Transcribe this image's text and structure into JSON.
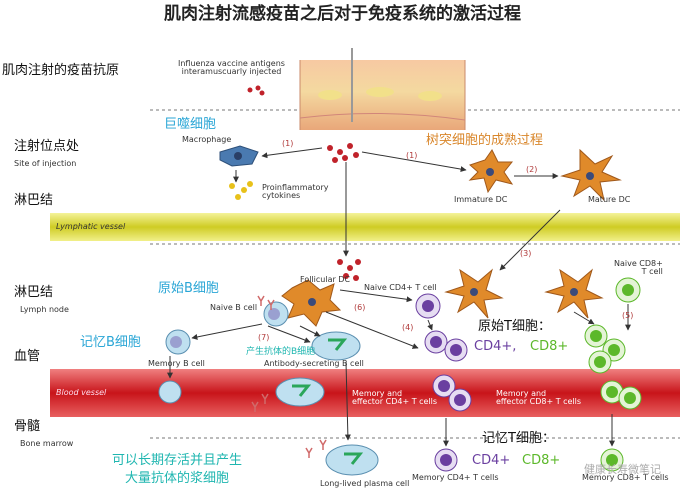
{
  "title": "肌肉注射流感疫苗之后对于免疫系统的激活过程",
  "side_labels": {
    "antigen": "肌肉注射的疫苗抗原",
    "injection_site_cn": "注射位点处",
    "injection_site_en": "Site of injection",
    "lymph_cn": "淋巴结",
    "lymph_node_cn": "淋巴结",
    "lymph_node_en": "Lymph node",
    "blood_cn": "血管",
    "bone_cn": "骨髓",
    "bone_en": "Bone marrow"
  },
  "bands": {
    "lymphatic": "Lymphatic vessel",
    "blood": "Blood vessel"
  },
  "labels": {
    "vaccine": "Influenza vaccine antigens\ninteramuscuarly injected",
    "macrophage_cn": "巨噬细胞",
    "macrophage_en": "Macrophage",
    "cytokines": "Proinflammatory\ncytokines",
    "dc_maturation_cn": "树突细胞的成熟过程",
    "immature_dc": "Immature DC",
    "mature_dc": "Mature DC",
    "follicular_dc": "Follicular DC",
    "naive_cd4": "Naive CD4+ T cell",
    "naive_cd8": "Naive CD8+\nT cell",
    "naive_b_cn": "原始B细胞",
    "naive_b_en": "Naive B cell",
    "memory_b_cn": "记忆B细胞",
    "memory_b_en": "Memory B cell",
    "ab_secreting_cn": "产生抗体的B细胞",
    "ab_secreting_en": "Antibody-secreting B cell",
    "naive_t_cn": "原始T细胞：",
    "cd4": "CD4+,",
    "cd8": "CD8+",
    "mem_eff_cd4": "Memory and\neffector CD4+ T cells",
    "mem_eff_cd8": "Memory and\neffector CD8+ T cells",
    "memory_t_cn": "记忆T细胞：",
    "mem_cd4_bottom": "CD4+",
    "mem_cd8_bottom": "CD8+",
    "memory_cd4_cell": "Memory CD4+ T cells",
    "memory_cd8_cell": "Memory CD8+ T cells",
    "plasma_cn": "可以长期存活并且产生\n大量抗体的浆细胞",
    "plasma_en": "Long-lived plasma cell",
    "watermark": "健康长寿微笔记"
  },
  "steps": [
    "(1)",
    "(1)",
    "(2)",
    "(3)",
    "(4)",
    "(5)",
    "(6)",
    "(7)"
  ],
  "colors": {
    "lymph_band": "#d8d62a",
    "blood_band": "#d61f1f",
    "cn_blue": "#2aa6d6",
    "cn_orange": "#d9862a",
    "cn_cyan": "#1fb6b0",
    "cd4": "#6a3fa0",
    "cd8": "#5cb82a",
    "dc": "#e08a2a",
    "macrophage": "#4a7ab0",
    "antigen_dot": "#c0222a"
  }
}
